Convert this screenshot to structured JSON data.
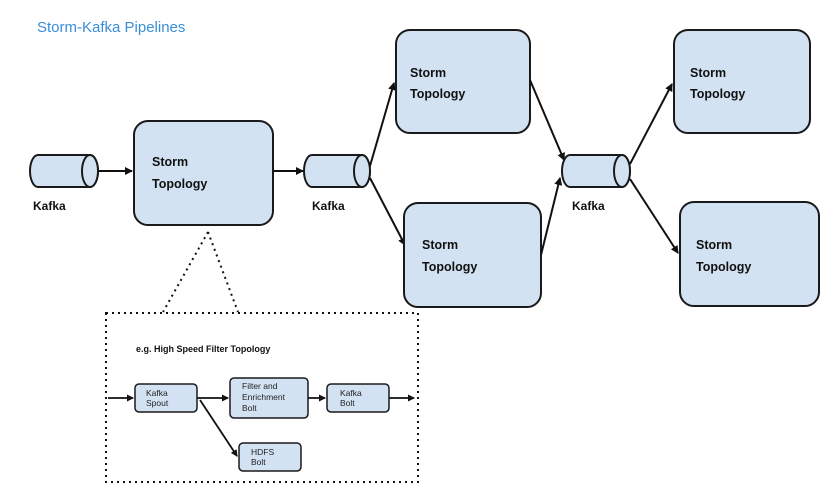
{
  "title": "Storm-Kafka Pipelines",
  "colors": {
    "title": "#3a8ed8",
    "box_fill": "#d2e2f3",
    "box_stroke": "#1a1a1a",
    "arrow": "#111111"
  },
  "nodes": {
    "kafka_1": "Kafka",
    "topology_main": [
      "Storm",
      "Topology"
    ],
    "kafka_2": "Kafka",
    "topology_upper_mid": [
      "Storm",
      "Topology"
    ],
    "topology_lower_mid": [
      "Storm",
      "Topology"
    ],
    "kafka_3": "Kafka",
    "topology_upper_right": [
      "Storm",
      "Topology"
    ],
    "topology_lower_right": [
      "Storm",
      "Topology"
    ]
  },
  "detail": {
    "title": "e.g. High Speed Filter Topology",
    "kafka_spout": [
      "Kafka",
      "Spout"
    ],
    "filter_bolt": [
      "Filter and",
      "Enrichment",
      "Bolt"
    ],
    "kafka_bolt": [
      "Kafka",
      "Bolt"
    ],
    "hdfs_bolt": [
      "HDFS",
      "Bolt"
    ]
  }
}
